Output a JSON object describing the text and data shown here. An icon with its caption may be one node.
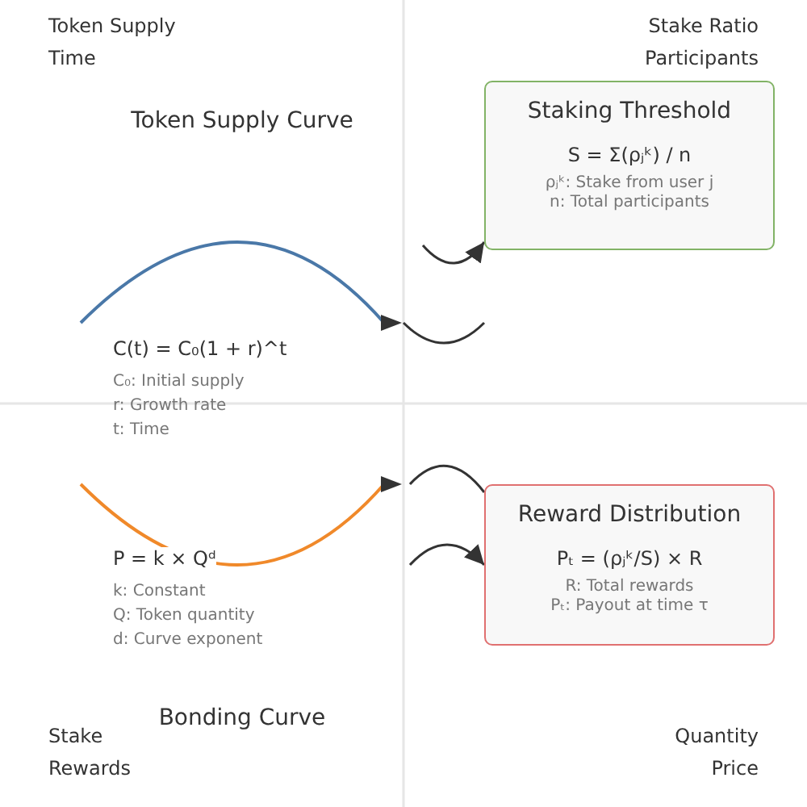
{
  "diagram": {
    "nodes": [
      {
        "text": [
          "Staking Threshold",
          "S = Σ(ρⱼᵏ) / n",
          "ρⱼᵏ: Stake from user j",
          "n: Total participants"
        ]
      },
      {
        "text": [
          "Reward Distribution",
          "Pₜ = (ρⱼᵏ/S) × R",
          "R: Total rewards",
          "Pₜ: Payout at time τ"
        ]
      }
    ],
    "edges": [
      {
        "from": null,
        "to": 0,
        "arrow": "to"
      },
      {
        "from": null,
        "to": 1,
        "arrow": "none"
      },
      {
        "from": null,
        "to": 1,
        "arrow": "to"
      }
    ],
    "labels": [
      "Token Supply",
      "Time",
      "Stake Ratio",
      "Participants",
      "Token Supply Curve",
      "C(t) = C₀(1 + r)^t",
      "C₀: Initial supply",
      "r: Growth rate",
      "t: Time",
      "P = k × Qᵈ",
      "k: Constant",
      "Q: Token quantity",
      "d: Curve exponent",
      "Bonding Curve",
      "Stake",
      "Rewards",
      "Quantity",
      "Price"
    ]
  }
}
